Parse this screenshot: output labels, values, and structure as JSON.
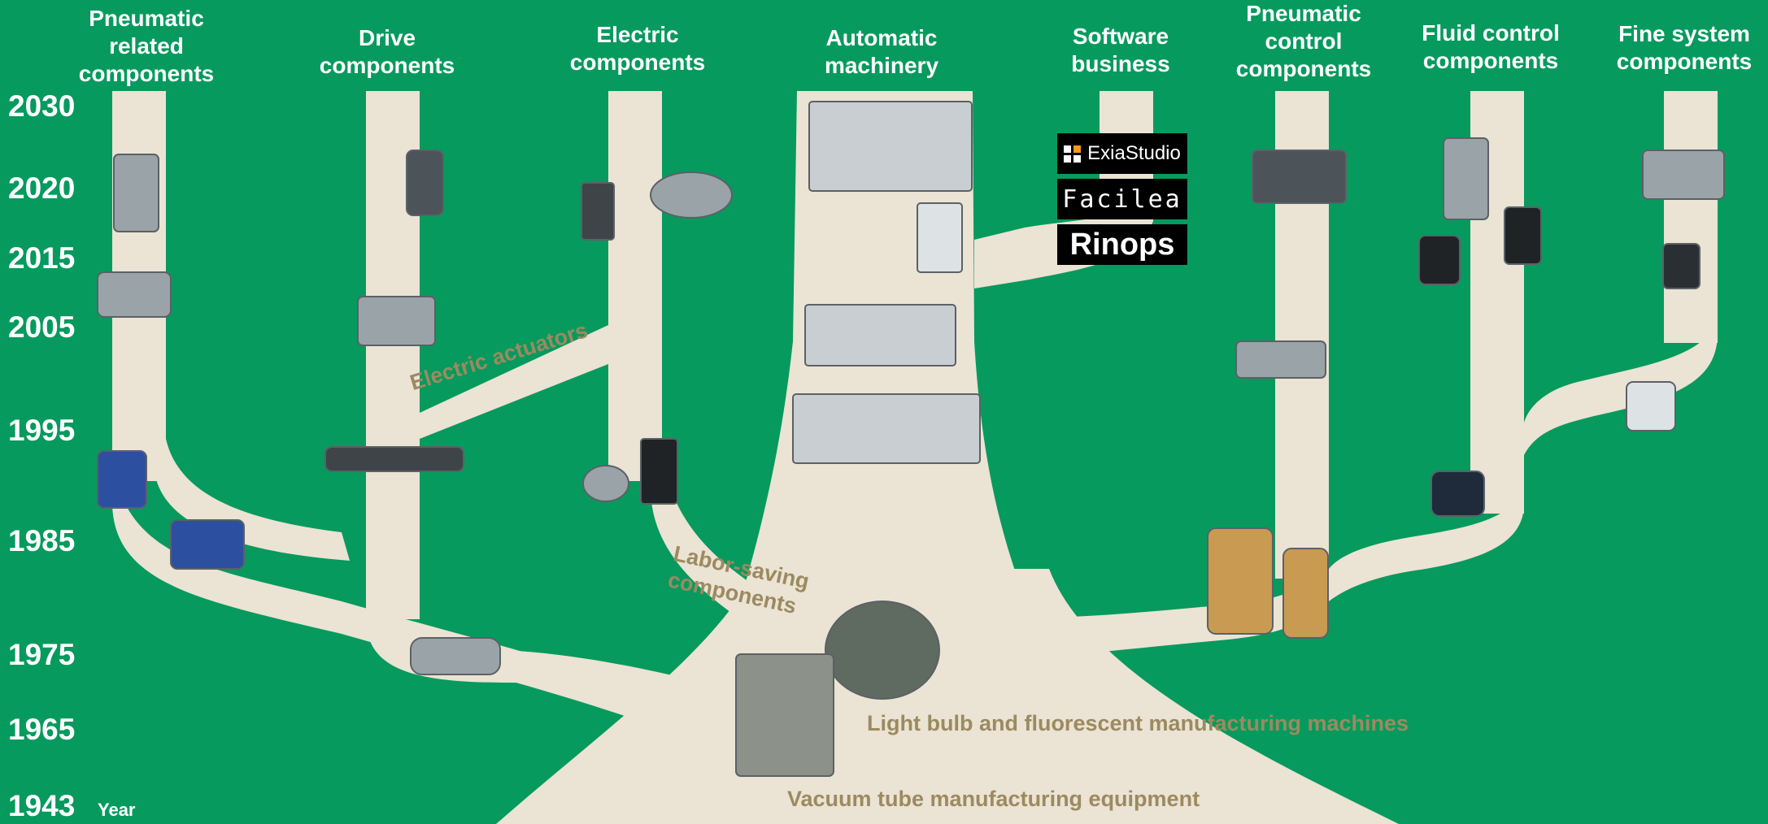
{
  "categories": [
    {
      "id": "pneumatic-related",
      "label": "Pneumatic\nrelated\ncomponents"
    },
    {
      "id": "drive",
      "label": "Drive\ncomponents"
    },
    {
      "id": "electric",
      "label": "Electric\ncomponents"
    },
    {
      "id": "automatic-machinery",
      "label": "Automatic\nmachinery"
    },
    {
      "id": "software",
      "label": "Software\nbusiness"
    },
    {
      "id": "pneumatic-control",
      "label": "Pneumatic\ncontrol\ncomponents"
    },
    {
      "id": "fluid-control",
      "label": "Fluid control\ncomponents"
    },
    {
      "id": "fine-system",
      "label": "Fine system\ncomponents"
    }
  ],
  "years": [
    "2030",
    "2020",
    "2015",
    "2005",
    "1995",
    "1985",
    "1975",
    "1965",
    "1943"
  ],
  "year_axis_label": "Year",
  "branch_labels": {
    "electric_actuators": "Electric actuators",
    "labor_saving": "Labor-saving\ncomponents",
    "light_bulb": "Light bulb and fluorescent manufacturing machines",
    "vacuum_tube": "Vacuum tube manufacturing equipment"
  },
  "software_logos": [
    "ExiaStudio",
    "Facilea",
    "Rinops"
  ],
  "colors": {
    "background": "#079a5e",
    "branch": "#ebe3d4",
    "label_text": "#9c8a60"
  }
}
